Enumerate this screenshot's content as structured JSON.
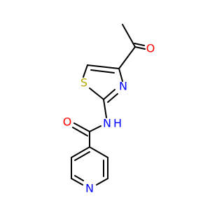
{
  "molecule": {
    "atoms": [
      {
        "id": "O_ketone",
        "label": "O",
        "color": "#ff0000"
      },
      {
        "id": "S_ring",
        "label": "S",
        "color": "#b8a800"
      },
      {
        "id": "N_thiazole",
        "label": "N",
        "color": "#0000ff"
      },
      {
        "id": "O_amide",
        "label": "O",
        "color": "#ff0000"
      },
      {
        "id": "NH_amide",
        "label": "N",
        "h_label": "H",
        "color": "#0000ff"
      },
      {
        "id": "N_pyridine",
        "label": "N",
        "color": "#0000ff"
      }
    ]
  }
}
